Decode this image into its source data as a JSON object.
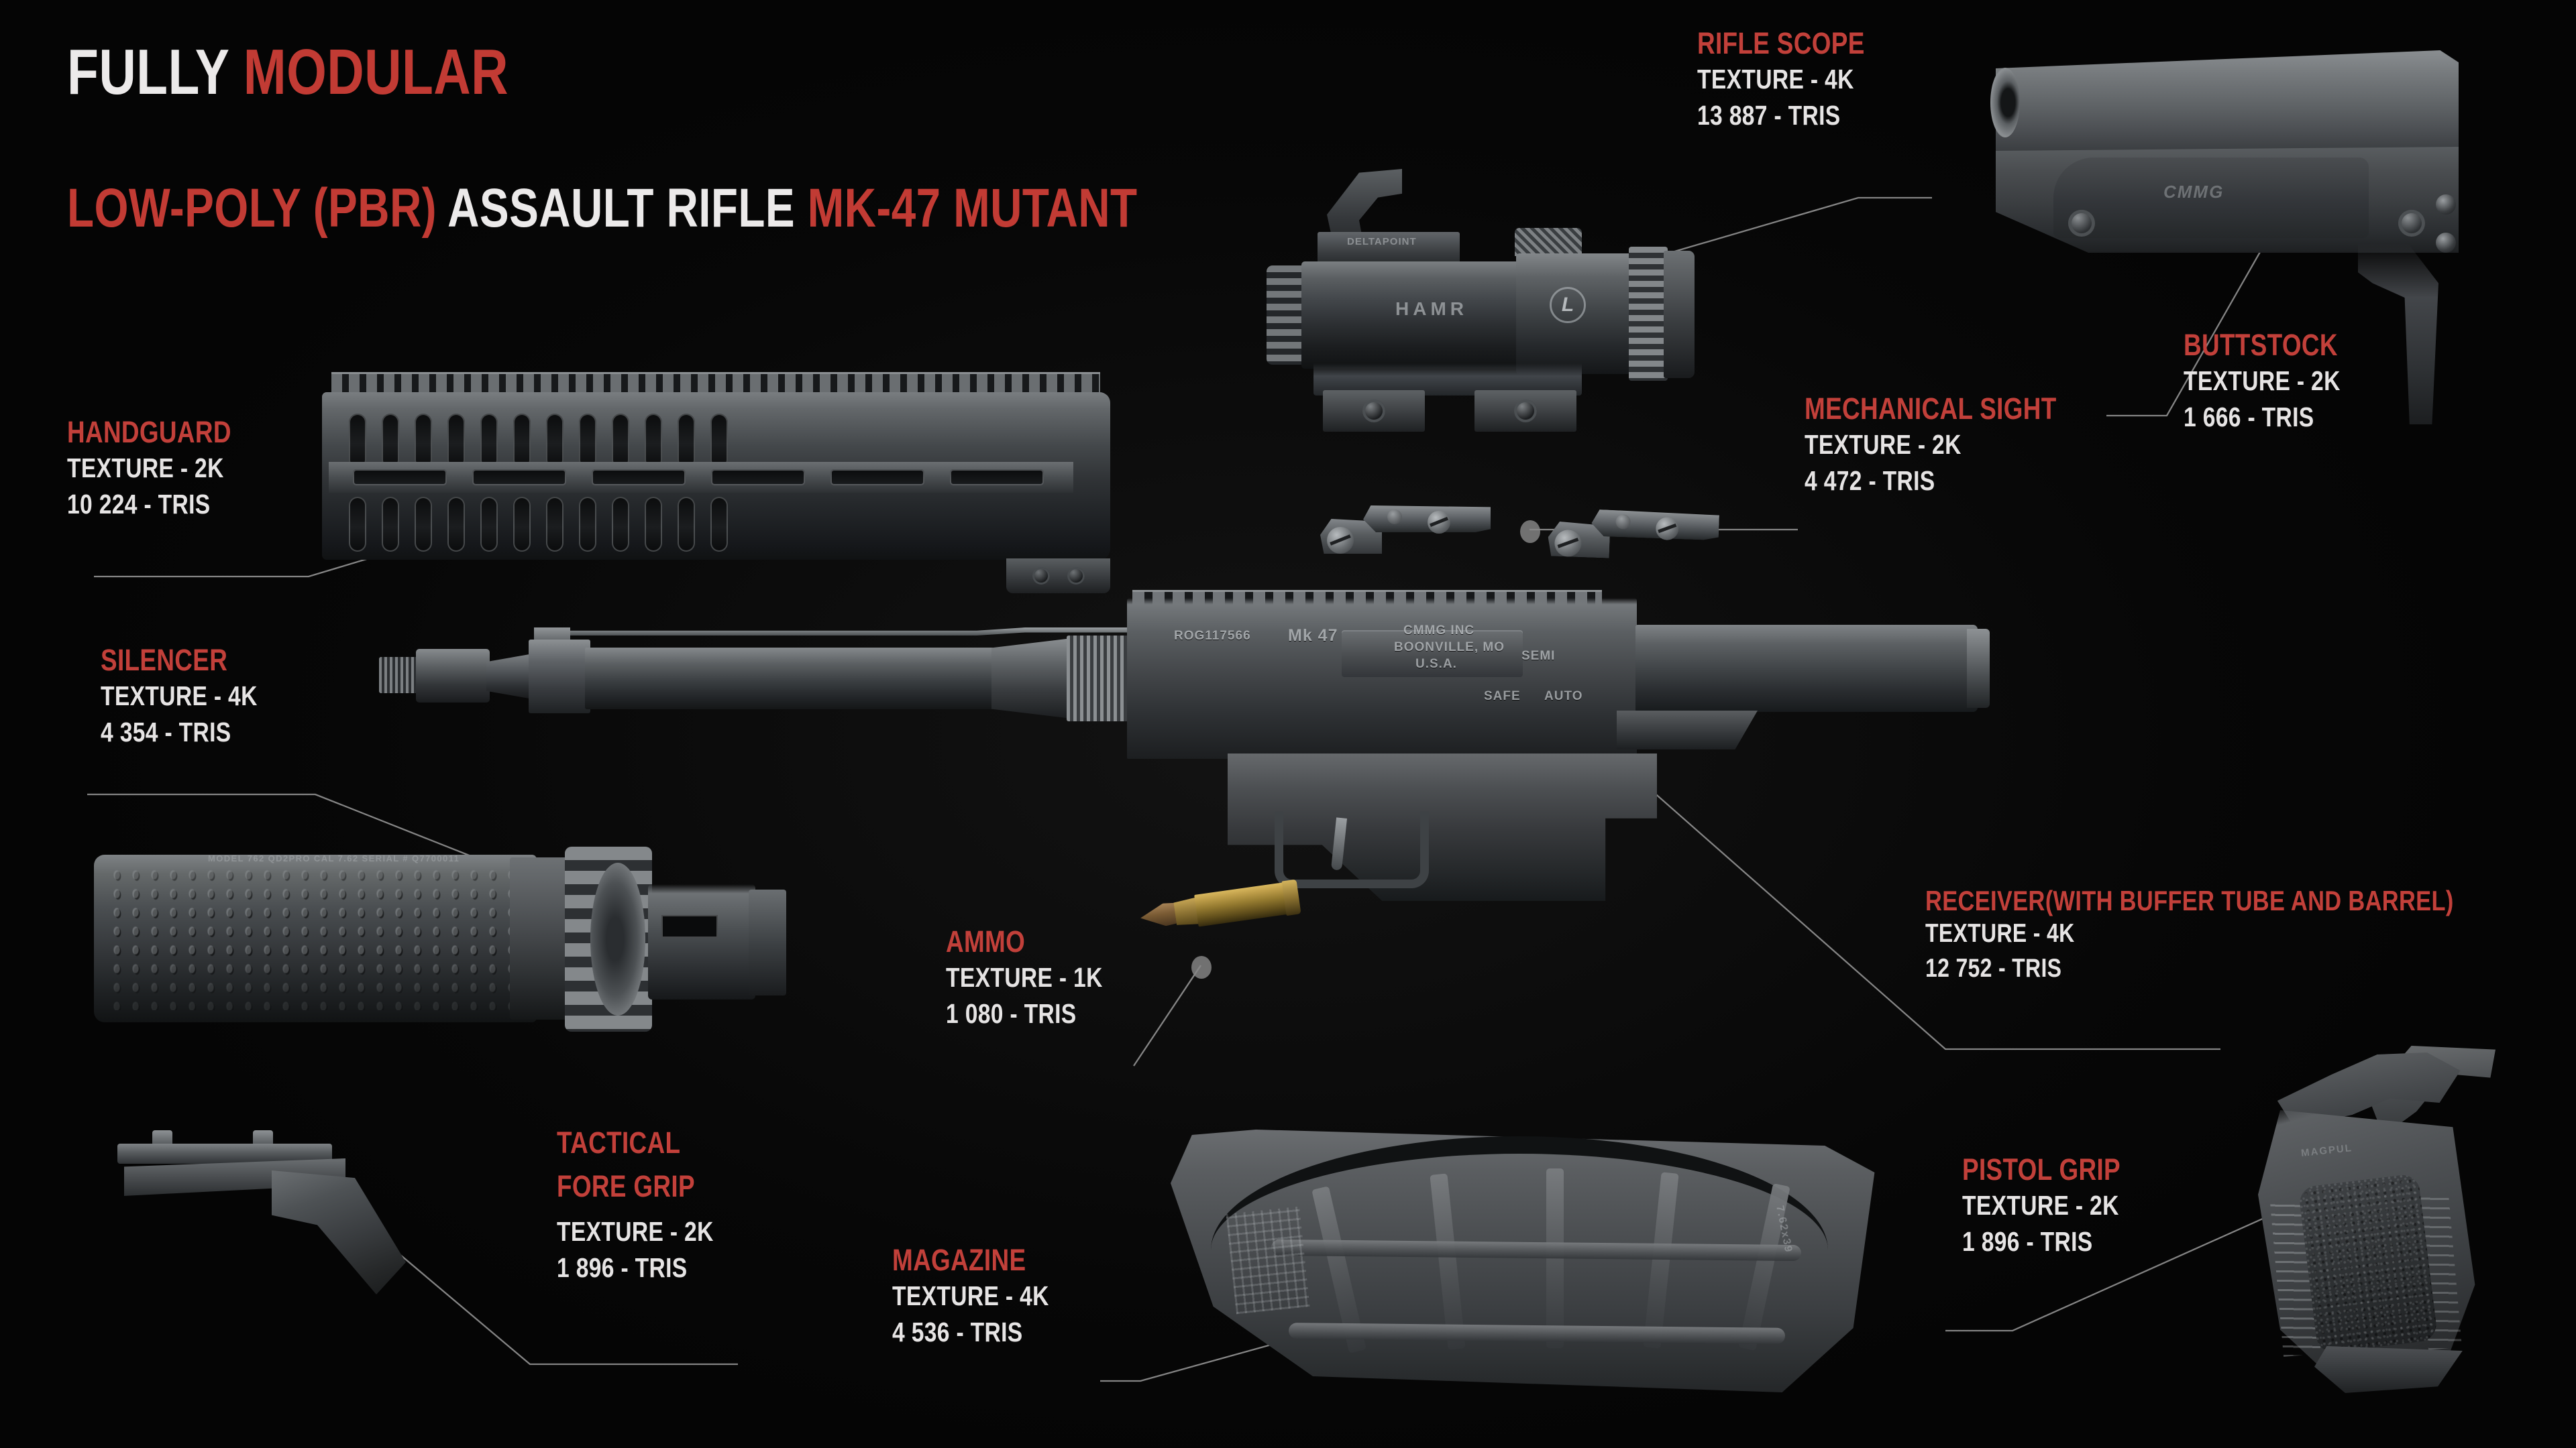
{
  "title": {
    "line1_white": "FULLY ",
    "line1_red": "MODULAR",
    "line2_red_a": "LOW-POLY (PBR) ",
    "line2_white": "ASSAULT RIFLE ",
    "line2_red_b": "MK-47 MUTANT"
  },
  "colors": {
    "accent_red": "#c2403a",
    "text_white": "#e6e4e4",
    "background": "#060606",
    "leader_line": "#9b9b9b",
    "metal_light": "#8a8e91",
    "metal_dark": "#16181a"
  },
  "callouts": [
    {
      "id": "handguard",
      "name": "HANDGUARD",
      "texture": "TEXTURE - 2K",
      "tris": "10 224 - TRIS"
    },
    {
      "id": "silencer",
      "name": "SILENCER",
      "texture": "TEXTURE - 4K",
      "tris": "4 354 - TRIS"
    },
    {
      "id": "tactical-fore-grip",
      "name_line1": "TACTICAL",
      "name_line2": "FORE GRIP",
      "texture": "TEXTURE - 2K",
      "tris": "1 896 - TRIS"
    },
    {
      "id": "ammo",
      "name": "AMMO",
      "texture": "TEXTURE - 1K",
      "tris": "1 080 - TRIS"
    },
    {
      "id": "magazine",
      "name": "MAGAZINE",
      "texture": "TEXTURE - 4K",
      "tris": "4 536 - TRIS"
    },
    {
      "id": "rifle-scope",
      "name": "RIFLE SCOPE",
      "texture": "TEXTURE - 4K",
      "tris": "13 887 - TRIS"
    },
    {
      "id": "mechanical-sight",
      "name": "MECHANICAL SIGHT",
      "texture": "TEXTURE - 2K",
      "tris": "4 472 - TRIS"
    },
    {
      "id": "buttstock",
      "name": "BUTTSTOCK",
      "texture": "TEXTURE - 2K",
      "tris": "1 666 - TRIS"
    },
    {
      "id": "receiver",
      "name": "RECEIVER(WITH BUFFER TUBE AND BARREL)",
      "texture": "TEXTURE - 4K",
      "tris": "12 752 - TRIS"
    },
    {
      "id": "pistol-grip",
      "name": "PISTOL GRIP",
      "texture": "TEXTURE - 2K",
      "tris": "1 896 - TRIS"
    }
  ],
  "model_markings": {
    "receiver_serial": "ROG117566",
    "receiver_model": "Mk 47",
    "receiver_maker_line1": "CMMG INC",
    "receiver_maker_line2": "BOONVILLE, MO",
    "receiver_maker_line3": "U.S.A.",
    "selector_safe": "SAFE",
    "selector_semi": "SEMI",
    "selector_auto": "AUTO",
    "scope_brand": "HAMR",
    "scope_logo": "L",
    "scope_reflex_mark": "DELTAPOINT",
    "buttstock_logo": "CMMG",
    "silencer_mark": "MODEL 762 QD2PRO   CAL 7.62   SERIAL # Q7700011",
    "magazine_stamp": "7.62x39",
    "pistolgrip_logo": "MAGPUL"
  }
}
